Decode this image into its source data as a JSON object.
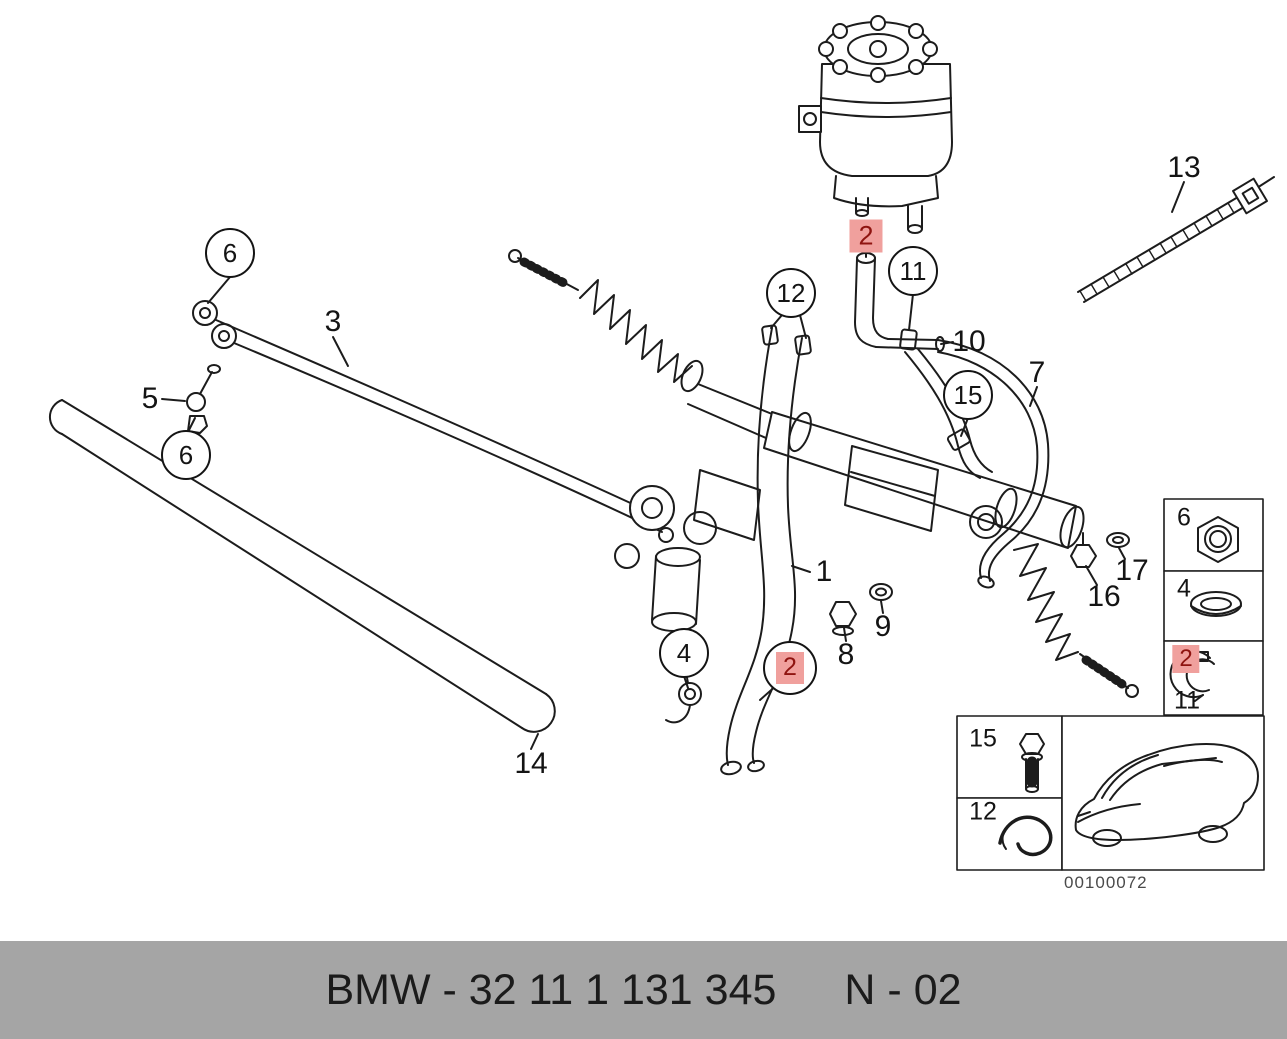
{
  "colors": {
    "line": "#1c1c1c",
    "highlight_bg": "#f0a09d",
    "highlight_text": "#8f1410",
    "footer_bg": "#a5a5a5",
    "footer_text": "#1b1b1b"
  },
  "callouts": [
    {
      "label": "6"
    },
    {
      "label": "3"
    },
    {
      "label": "5"
    },
    {
      "label": "6"
    },
    {
      "label": "12"
    },
    {
      "label": "2"
    },
    {
      "label": "11"
    },
    {
      "label": "10"
    },
    {
      "label": "15"
    },
    {
      "label": "7"
    },
    {
      "label": "13"
    },
    {
      "label": "1"
    },
    {
      "label": "4"
    },
    {
      "label": "2"
    },
    {
      "label": "8"
    },
    {
      "label": "9"
    },
    {
      "label": "14"
    },
    {
      "label": "16"
    },
    {
      "label": "17"
    },
    {
      "label": "6"
    },
    {
      "label": "4"
    },
    {
      "label": "2"
    },
    {
      "label": "11"
    },
    {
      "label": "15"
    },
    {
      "label": "12"
    }
  ],
  "footer": {
    "part_number": "BMW - 32 11 1 131 345",
    "sheet": "N - 02"
  },
  "image_code": "00100072"
}
